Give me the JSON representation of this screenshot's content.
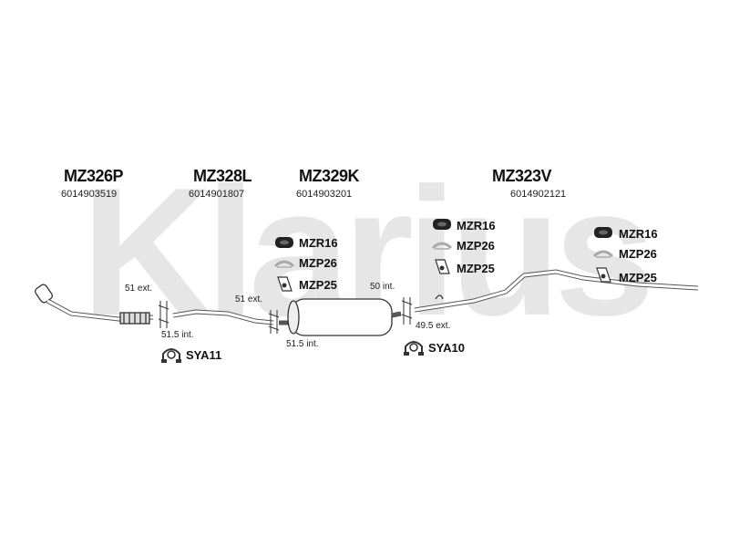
{
  "watermark": {
    "text": "Klarius",
    "color": "#e3e3e3"
  },
  "sections": [
    {
      "part": "MZ326P",
      "code": "6014903519"
    },
    {
      "part": "MZ328L",
      "code": "6014901807"
    },
    {
      "part": "MZ329K",
      "code": "6014903201"
    },
    {
      "part": "MZ323V",
      "code": "6014902121"
    }
  ],
  "mounts": {
    "left_group": [
      "MZR16",
      "MZP26",
      "MZP25"
    ],
    "middle_group": [
      "MZR16",
      "MZP26",
      "MZP25"
    ],
    "right_group": [
      "MZR16",
      "MZP26",
      "MZP25"
    ]
  },
  "clamps": {
    "first": "SYA11",
    "second": "SYA10"
  },
  "dimensions": {
    "d1": "51 ext.",
    "d2": "51.5 int.",
    "d3": "51 ext.",
    "d4": "51.5 int.",
    "d5": "50 int.",
    "d6": "49.5 ext."
  },
  "icons": {
    "rubber_ring": "rubber-ring-icon",
    "hanger_bracket": "hanger-bracket-icon",
    "mount_clip": "mount-clip-icon",
    "clamp": "clamp-icon"
  }
}
